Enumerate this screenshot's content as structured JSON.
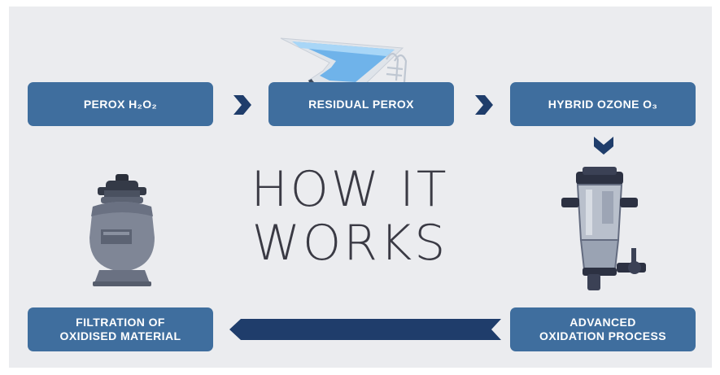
{
  "heading": {
    "line1": "HOW IT",
    "line2": "WORKS"
  },
  "steps": {
    "perox": "PEROX H₂O₂",
    "residual": "RESIDUAL PEROX",
    "ozone": "HYBRID OZONE O₃",
    "advanced": "ADVANCED\nOXIDATION PROCESS",
    "filtration": "FILTRATION OF\nOXIDISED MATERIAL"
  },
  "colors": {
    "background": "#ebecef",
    "box": "#3f6e9e",
    "arrow": "#1f3d6b",
    "title": "#3a3a44"
  },
  "icons": [
    "pool-icon",
    "sand-filter-icon",
    "ozone-injector-icon"
  ]
}
